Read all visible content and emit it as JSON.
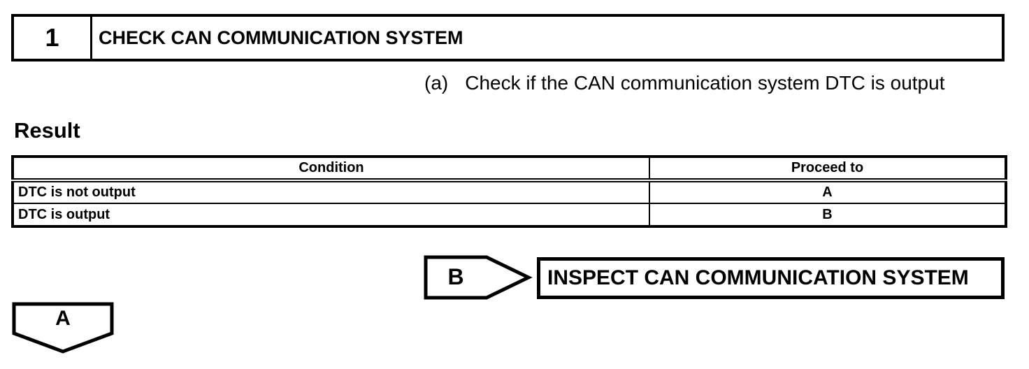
{
  "page": {
    "background_color": "#ffffff",
    "line_color": "#000000"
  },
  "step": {
    "number": "1",
    "title": "CHECK CAN COMMUNICATION SYSTEM"
  },
  "instruction": {
    "marker": "(a)",
    "text": "Check if the CAN communication system DTC is output"
  },
  "result_heading": "Result",
  "result_table": {
    "headers": {
      "condition": "Condition",
      "proceed_to": "Proceed to"
    },
    "rows": [
      {
        "condition": "DTC is not output",
        "proceed_to": "A"
      },
      {
        "condition": "DTC is output",
        "proceed_to": "B"
      }
    ]
  },
  "connector_b": {
    "label": "B",
    "action": "INSPECT CAN COMMUNICATION SYSTEM"
  },
  "connector_a": {
    "label": "A"
  }
}
